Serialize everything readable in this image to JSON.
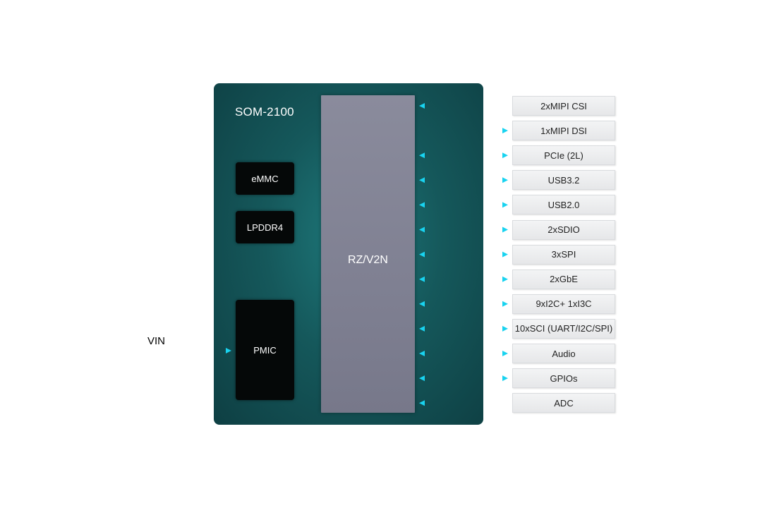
{
  "module": {
    "title": "SOM-2100"
  },
  "processor": {
    "label": "RZ/V2N"
  },
  "chips": {
    "emmc": "eMMC",
    "lpddr4": "LPDDR4",
    "pmic": "PMIC"
  },
  "power_input": {
    "label": "VIN"
  },
  "interfaces": [
    {
      "label": "2xMIPI CSI",
      "direction": "in"
    },
    {
      "label": "1xMIPI DSI",
      "direction": "out"
    },
    {
      "label": "PCIe (2L)",
      "direction": "both"
    },
    {
      "label": "USB3.2",
      "direction": "both"
    },
    {
      "label": "USB2.0",
      "direction": "both"
    },
    {
      "label": "2xSDIO",
      "direction": "both"
    },
    {
      "label": "3xSPI",
      "direction": "both"
    },
    {
      "label": "2xGbE",
      "direction": "both"
    },
    {
      "label": "9xI2C+ 1xI3C",
      "direction": "both"
    },
    {
      "label": "10xSCI (UART/I2C/SPI)",
      "direction": "both"
    },
    {
      "label": "Audio",
      "direction": "both"
    },
    {
      "label": "GPIOs",
      "direction": "both"
    },
    {
      "label": "ADC",
      "direction": "in"
    }
  ],
  "colors": {
    "module_bg": "#15585b",
    "processor": "#84859a",
    "chip": "#050808",
    "connector": "#19d3f0"
  }
}
